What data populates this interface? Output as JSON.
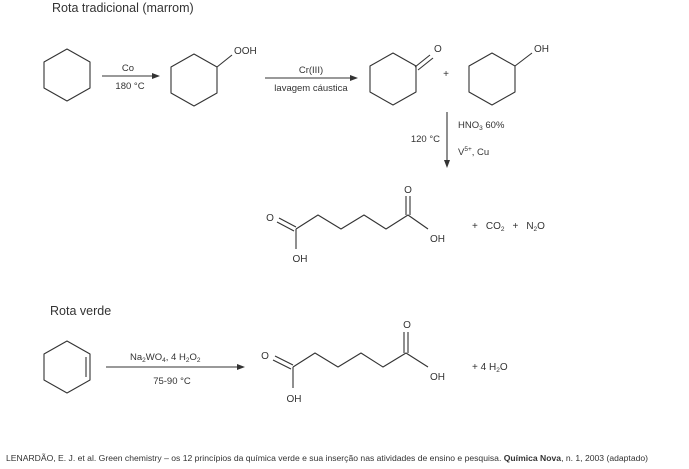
{
  "traditional": {
    "heading": "Rota tradicional (marrom)",
    "ooh_label": "OOH",
    "step1_above": "Co",
    "step1_below": "180 °C",
    "step2_above": "Cr(III)",
    "step2_below": "lavagem cáustica",
    "ketone_o": "O",
    "plus": "+",
    "oh_label": "OH",
    "step3_temp": "120 °C",
    "step3_hno3": "HNO",
    "step3_hno3_sub": "3",
    "step3_hno3_rest": " 60%",
    "step3_cat_v": "V",
    "step3_cat_sup": "5+",
    "step3_cat_rest": ", Cu",
    "acid_o_top": "O",
    "acid_oh_right": "OH",
    "acid_o_left": "O",
    "acid_oh_bottom": "OH",
    "byproduct_plus1": "+",
    "byproduct_co": "CO",
    "byproduct_co_sub": "2",
    "byproduct_plus2": "+",
    "byproduct_n": "N",
    "byproduct_n_sub": "2",
    "byproduct_n_rest": "O"
  },
  "green": {
    "heading": "Rota verde",
    "reagent_na": "Na",
    "reagent_na_sub": "2",
    "reagent_wo": "WO",
    "reagent_wo_sub": "4",
    "reagent_h": ", 4 H",
    "reagent_h_sub": "2",
    "reagent_o": "O",
    "reagent_o_sub": "2",
    "condition": "75-90 °C",
    "acid_o_top": "O",
    "acid_oh_right": "OH",
    "acid_o_left": "O",
    "acid_oh_bottom": "OH",
    "water_text": "+ 4 H",
    "water_sub": "2",
    "water_rest": "O"
  },
  "caption": {
    "text": "LENARDÃO, E. J. et al. Green chemistry – os 12 princípios da química verde e sua inserção nas atividades de ensino e pesquisa. ",
    "journal": "Química Nova",
    "rest": ", n. 1, 2003 (adaptado)"
  }
}
